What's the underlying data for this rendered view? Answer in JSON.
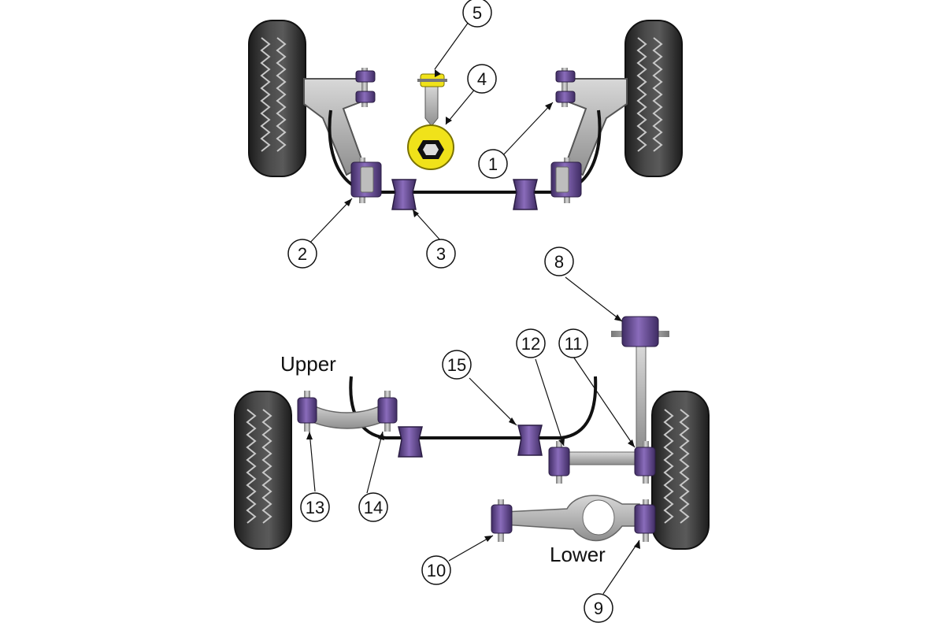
{
  "labels": {
    "upper": "Upper",
    "lower": "Lower"
  },
  "callouts": [
    "1",
    "2",
    "3",
    "4",
    "5",
    "8",
    "9",
    "10",
    "11",
    "12",
    "13",
    "14",
    "15"
  ],
  "colors": {
    "bush": "#6a4c96",
    "bush_light": "#9a7fc4",
    "bush_dark": "#3f2c63",
    "arm": "#a3a3a3",
    "arm_light": "#cfcfcf",
    "tyre": "#303030",
    "tyre_dark": "#161616",
    "tyre_light": "#8a8a8a",
    "yellow": "#f0e21a",
    "bar": "#1a1a1a",
    "bolt": "#9a9a9a"
  }
}
